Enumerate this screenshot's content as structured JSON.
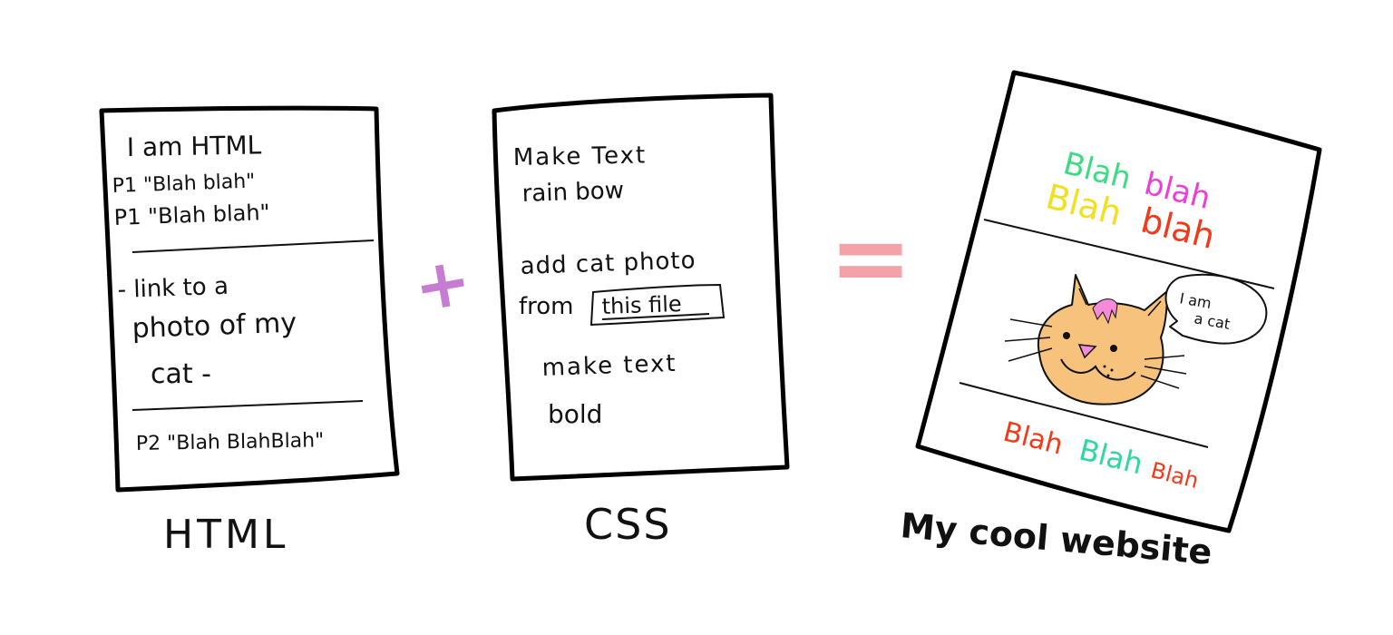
{
  "diagram": {
    "html_card": {
      "heading_line": "I am HTML",
      "p1_line_a": "P1 \"Blah blah\"",
      "p1_line_b": "P1 \"Blah blah\"",
      "link_line_1": "- link to a",
      "link_line_2": "photo of my",
      "link_line_3": "cat -",
      "p2_line": "P2 \"Blah BlahBlah\"",
      "caption": "HTML"
    },
    "plus_sign": "+",
    "css_card": {
      "line_1": "Make Text",
      "line_2": "rain bow",
      "line_3": "add cat photo",
      "line_4_prefix": "from",
      "line_4_boxed": "this file",
      "line_5": "make text",
      "line_6": "bold",
      "caption": "CSS"
    },
    "equals_sign": "=",
    "website_card": {
      "blah_row_1": [
        "Blah",
        "blah"
      ],
      "blah_row_2": [
        "Blah",
        "blah"
      ],
      "speech_bubble": [
        "I am",
        "a cat"
      ],
      "blah_row_3": [
        "Blah",
        "Blah",
        "Blah"
      ],
      "caption": "My cool website"
    },
    "colors": {
      "ink": "#111111",
      "plus": "#c77cd4",
      "equals": "#f4a2a8",
      "cat_fill": "#f6c27c",
      "cat_nose": "#f58bd8",
      "rainbow_green": "#3ddc84",
      "rainbow_magenta": "#e940d8",
      "rainbow_yellow": "#f0e020",
      "rainbow_red": "#f03a1a",
      "rainbow_teal": "#2ed8a0"
    }
  }
}
